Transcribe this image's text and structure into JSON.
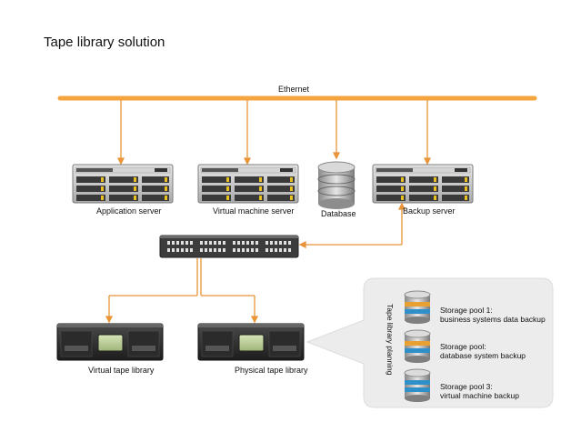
{
  "title": "Tape library solution",
  "network": {
    "label": "Ethernet"
  },
  "devices": {
    "app_server": "Application server",
    "vm_server": "Virtual machine server",
    "database": "Database",
    "backup_server": "Backup server",
    "virtual_tape": "Virtual tape library",
    "physical_tape": "Physical tape library"
  },
  "planning": {
    "label": "Tape library planning",
    "pools": [
      {
        "line1": "Storage pool 1:",
        "line2": "business systems data backup"
      },
      {
        "line1": "Storage pool:",
        "line2": "database system backup"
      },
      {
        "line1": "Storage pool 3:",
        "line2": "virtual machine backup"
      }
    ]
  },
  "colors": {
    "ethernet": "#f5a540",
    "connector": "#e8953a",
    "panel": "#ececec"
  }
}
